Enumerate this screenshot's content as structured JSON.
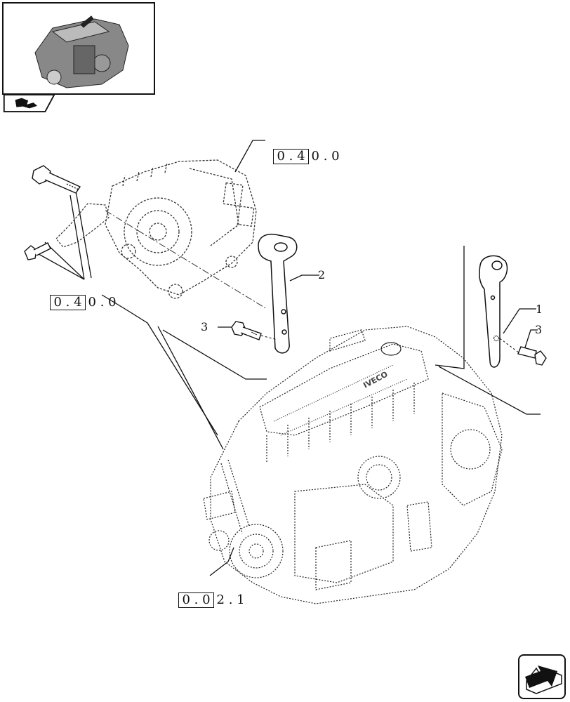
{
  "thumbnail": {
    "icon": "engine-thumbnail-icon"
  },
  "section_tab": {
    "icon": "book-page-icon"
  },
  "references": {
    "alternator": {
      "boxed": "0 . 4",
      "rest": "0 . 0"
    },
    "belt": {
      "boxed": "0 . 4",
      "rest": "0 . 0"
    },
    "engine": {
      "boxed": "0 . 0",
      "rest": "2 . 1"
    }
  },
  "callouts": {
    "bracket_left": "2",
    "screw_left": "3",
    "bracket_right": "1",
    "screw_right": "3"
  },
  "navigation": {
    "icon": "next-page-arrow-icon"
  }
}
